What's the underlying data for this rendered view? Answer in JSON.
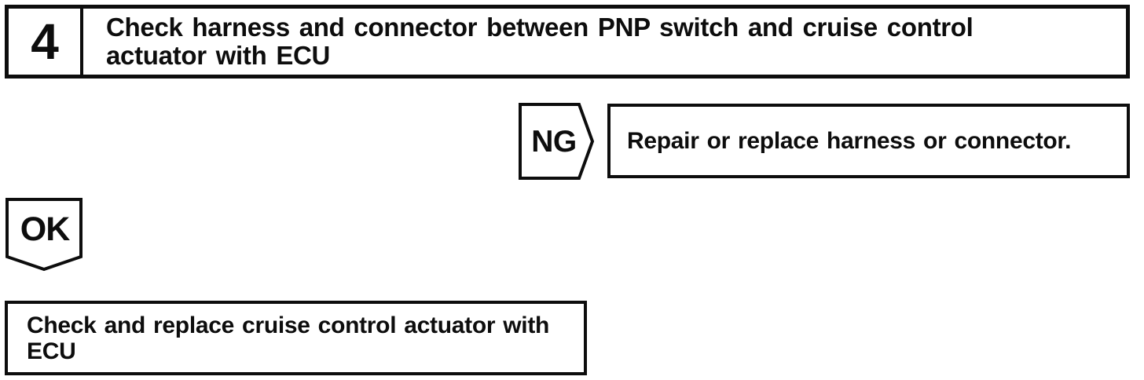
{
  "step_box": {
    "number": "4",
    "title_lines": [
      "Check harness and connector between PNP switch and cruise control",
      "actuator with ECU"
    ]
  },
  "ng_branch": {
    "label": "NG",
    "action": "Repair or replace harness or connector."
  },
  "ok_branch": {
    "label": "OK"
  },
  "next_step_box": {
    "lines": [
      "Check and replace cruise control actuator with",
      "ECU"
    ]
  },
  "colors": {
    "ink": "#0d0d0d",
    "paper": "#ffffff"
  }
}
